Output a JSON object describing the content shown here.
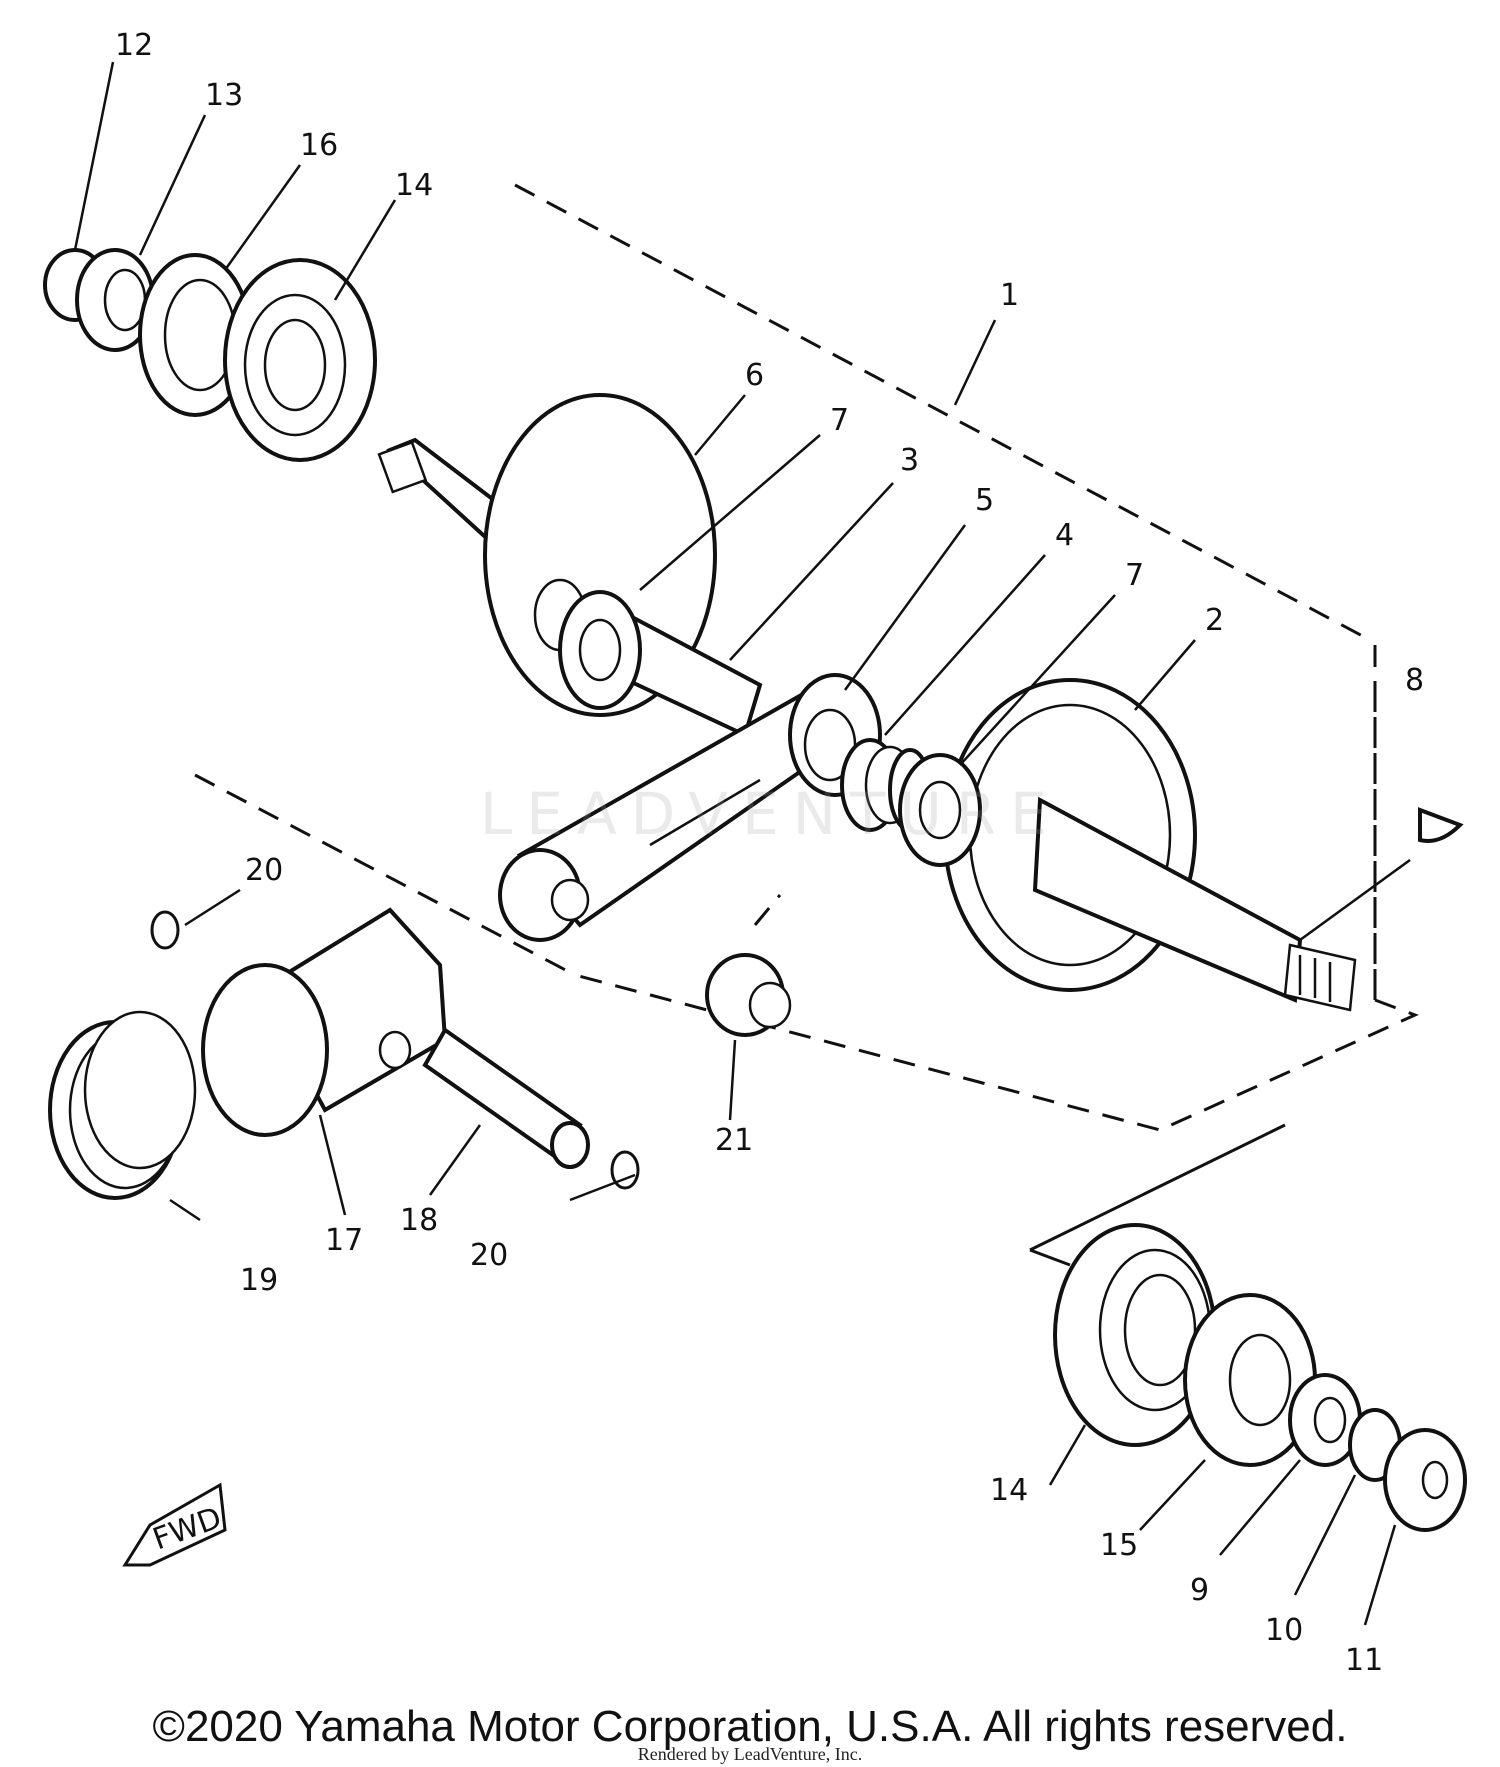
{
  "diagram": {
    "callouts": [
      "1",
      "2",
      "3",
      "4",
      "5",
      "6",
      "7",
      "7",
      "8",
      "9",
      "10",
      "11",
      "12",
      "13",
      "14",
      "14",
      "15",
      "16",
      "17",
      "18",
      "19",
      "20",
      "20",
      "21"
    ],
    "fwd_label": "FWD",
    "watermark": "LEADVENTURE"
  },
  "footer": {
    "copyright": "©2020 Yamaha Motor Corporation, U.S.A. All rights reserved.",
    "rendered_by": "Rendered by LeadVenture, Inc."
  }
}
